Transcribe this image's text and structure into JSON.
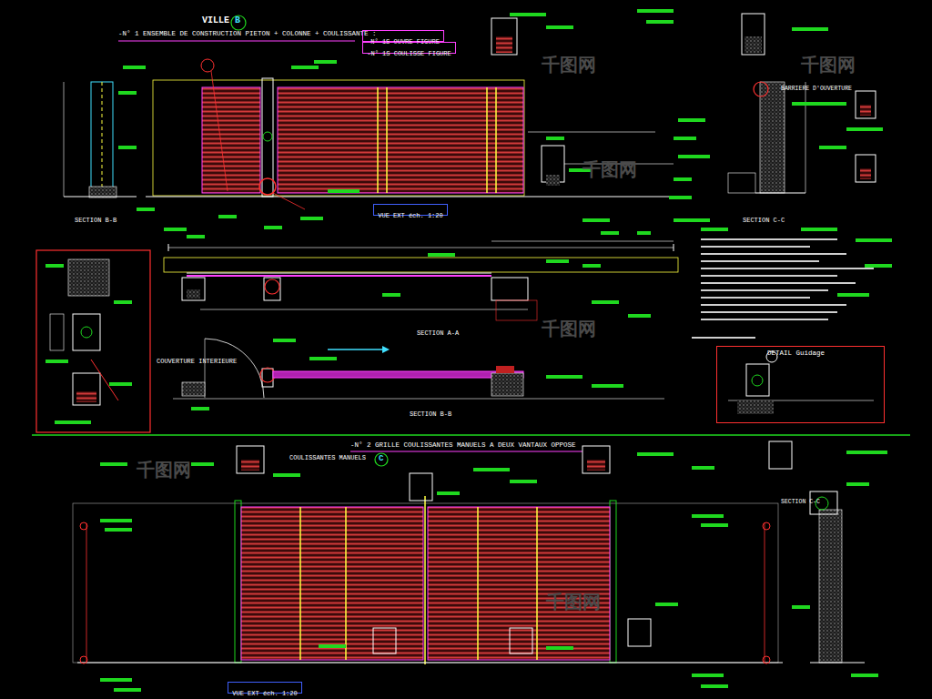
{
  "diagram": {
    "nodes": [
      {
        "text": [
          "-N° 1S OUVRE FIGURE"
        ]
      },
      {
        "text": [
          "-N° 1S COULISSE FIGURE"
        ]
      },
      {
        "text": [
          "VUE EXT éch. 1:20"
        ]
      },
      {
        "text": [
          "DETAIL Guidage"
        ]
      },
      {
        "text": [
          "VUE EXT éch. 1:20"
        ]
      }
    ],
    "labels": [
      "VILLE",
      "B",
      "-N° 1 ENSEMBLE DE CONSTRUCTION PIETON + COLONNE + COULISSANTE :",
      "SECTION B-B",
      "SECTION A-A",
      "SECTION B-B",
      "SECTION C-C",
      "COUVERTURE INTERIEURE",
      "-N° 2 GRILLE COULISSANTES MANUELS A DEUX VANTAUX OPPOSE",
      "COULISSANTES MANUELS",
      "C",
      "SECTION C-C",
      "BARRIERE D'OUVERTURE",
      "千图网",
      "千图网",
      "千图网",
      "千图网",
      "千图网",
      "千图网"
    ]
  }
}
